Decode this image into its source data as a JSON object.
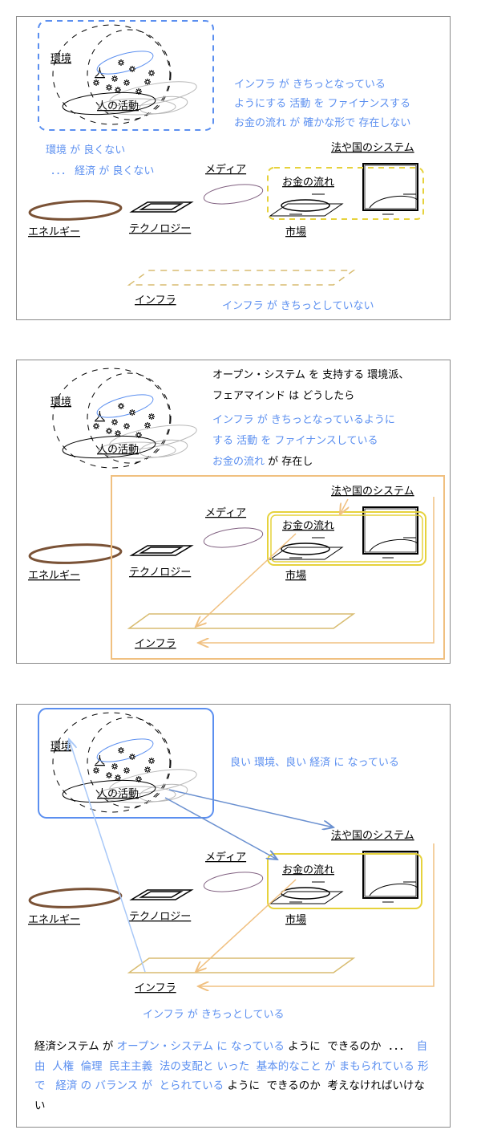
{
  "labels": {
    "kankyo": "環境",
    "hito": "人",
    "hito_katsudo": "人の活動",
    "hou_system": "法や国のシステム",
    "media": "メディア",
    "okane": "お金の流れ",
    "energy": "エネルギー",
    "technology": "テクノロジー",
    "shijo": "市場",
    "infra": "インフラ"
  },
  "panels": [
    {
      "blue_lines": [
        "インフラ が きちっとなっている",
        "ようにする 活動 を ファイナンスする",
        "お金の流れ が 確かな形で 存在しない"
      ],
      "bad_env": "環境 が 良くない",
      "bad_econ": "．．．  経済 が 良くない",
      "infra_status": "インフラ が きちっとしていない"
    },
    {
      "black_lines": [
        "オープン・システム を 支持する 環境派、",
        "フェアマインド は  どうしたら"
      ],
      "blue_lines": [
        "インフラ が きちっとなっているように",
        "する 活動 を ファイナンスしている"
      ],
      "last_line_blue": "お金の流れ",
      "last_line_black": " が 存在し"
    },
    {
      "good_state": "良い 環境、良い 経済 に なっている",
      "infra_status": "インフラ が きちっとしている",
      "paragraph": [
        {
          "t": "経済システム が ",
          "blue": false
        },
        {
          "t": "オープン・システム に なっている",
          "blue": true
        },
        {
          "t": " ように  できるのか",
          "blue": false
        },
        {
          "t": "  ．．．  ",
          "blue": false
        },
        {
          "t": "自由  人権  倫理  民主主義  法の支配と いった  基本的なこと が まもられている 形で   経済 の バランス が  とられている",
          "blue": true
        },
        {
          "t": " ように  できるのか  考えなければいけない",
          "blue": false
        }
      ]
    }
  ],
  "colors": {
    "blue": "#5b8ff0",
    "orange": "#f0c080",
    "yellow": "#e6d23c",
    "brown": "#7a5236",
    "purple": "#806080",
    "infra_tan": "#d8bc70",
    "light_blue": "#a8c8f8"
  }
}
